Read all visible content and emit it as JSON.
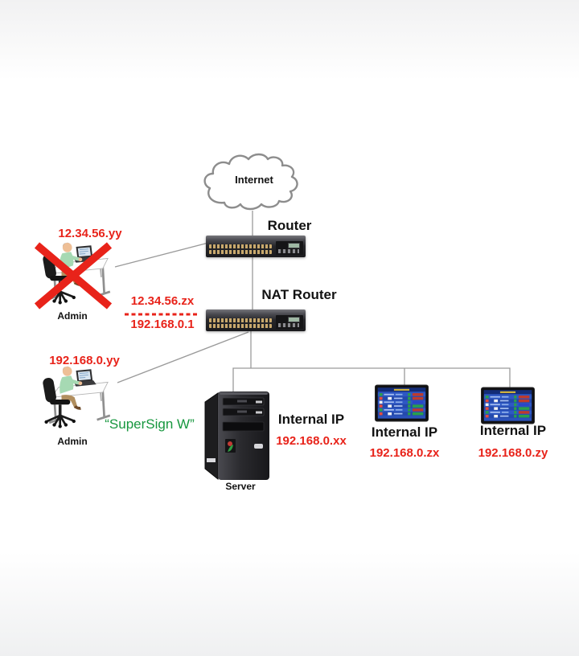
{
  "diagram": {
    "title_hint": "NAT network topology diagram",
    "internet_label": "Internet",
    "router_label": "Router",
    "nat_router_label": "NAT Router",
    "admin_blocked": {
      "ip": "12.34.56.yy",
      "label": "Admin"
    },
    "nat_ips": {
      "public": "12.34.56.zx",
      "private": "192.168.0.1"
    },
    "admin_allowed": {
      "ip": "192.168.0.yy",
      "label": "Admin",
      "software": "“SuperSign W”"
    },
    "server": {
      "label": "Server",
      "ip_heading": "Internal IP",
      "ip": "192.168.0.xx"
    },
    "display1": {
      "ip_heading": "Internal IP",
      "ip": "192.168.0.zx"
    },
    "display2": {
      "ip_heading": "Internal IP",
      "ip": "192.168.0.zy"
    },
    "colors": {
      "alert_red": "#e8231a",
      "software_green": "#17973f",
      "line_gray": "#9a9a9a",
      "screen_blue": "#2b52ba"
    }
  }
}
